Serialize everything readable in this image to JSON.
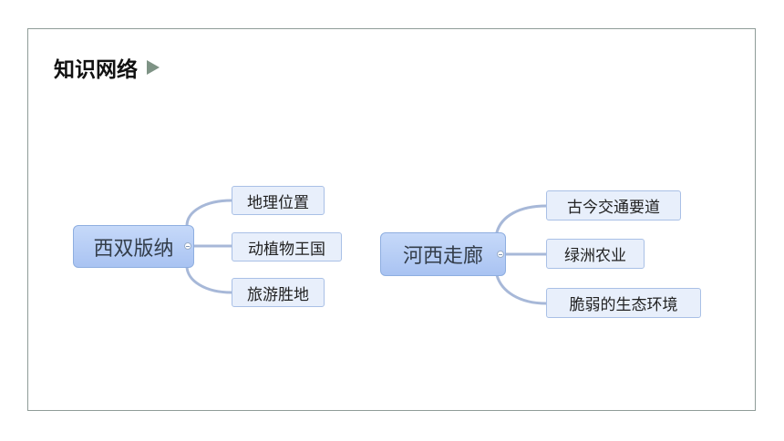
{
  "title": "知识网络",
  "mindmaps": [
    {
      "root": "西双版纳",
      "children": [
        "地理位置",
        "动植物王国",
        "旅游胜地"
      ]
    },
    {
      "root": "河西走廊",
      "children": [
        "古今交通要道",
        "绿洲农业",
        "脆弱的生态环境"
      ]
    }
  ],
  "colors": {
    "border": "#8f9c98",
    "main_node_fill": "#b6cdf6",
    "sub_node_fill": "#e8effb",
    "connector": "#a7b8d8",
    "title_arrow": "#7e9385"
  },
  "icons": {
    "title_arrow": "play-triangle-icon",
    "collapse": "collapse-toggle-icon"
  }
}
